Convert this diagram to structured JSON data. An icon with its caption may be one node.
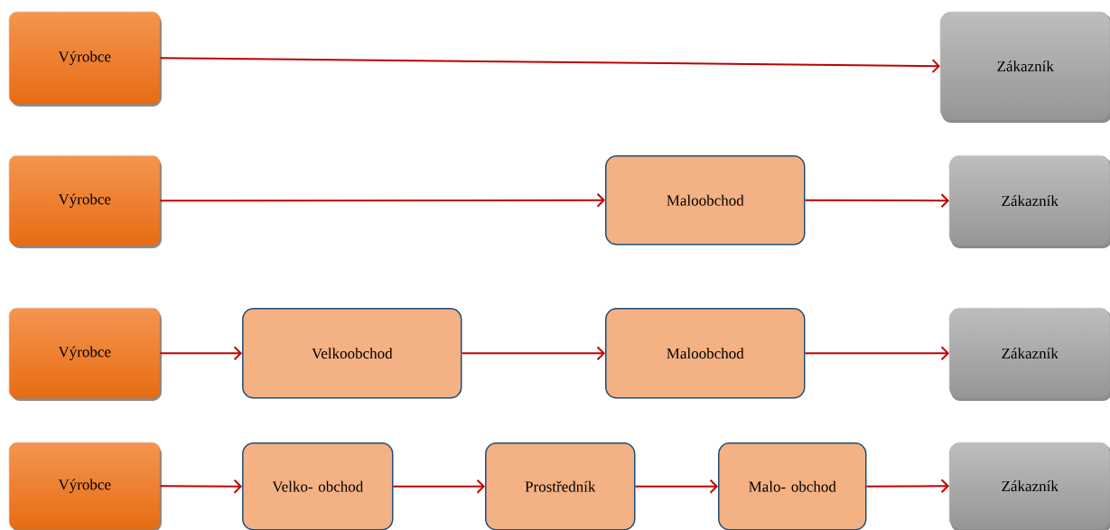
{
  "diagram": {
    "nodes": [
      {
        "text": [
          "Výrobce"
        ]
      },
      {
        "text": [
          "Zákazník"
        ]
      },
      {
        "text": [
          "Výrobce"
        ]
      },
      {
        "text": [
          "Maloobchod"
        ]
      },
      {
        "text": [
          "Zákazník"
        ]
      },
      {
        "text": [
          "Výrobce"
        ]
      },
      {
        "text": [
          "Velkoobchod"
        ]
      },
      {
        "text": [
          "Maloobchod"
        ]
      },
      {
        "text": [
          "Zákazník"
        ]
      },
      {
        "text": [
          "Výrobce"
        ]
      },
      {
        "text": [
          "Velko- obchod"
        ]
      },
      {
        "text": [
          "Prostředník"
        ]
      },
      {
        "text": [
          "Malo- obchod"
        ]
      },
      {
        "text": [
          "Zákazník"
        ]
      }
    ],
    "edges": [
      {
        "from": 0,
        "to": 1,
        "arrow": "to"
      },
      {
        "from": 2,
        "to": 3,
        "arrow": "to"
      },
      {
        "from": 3,
        "to": 4,
        "arrow": "to"
      },
      {
        "from": 5,
        "to": 6,
        "arrow": "to"
      },
      {
        "from": 6,
        "to": 7,
        "arrow": "to"
      },
      {
        "from": 7,
        "to": 8,
        "arrow": "to"
      },
      {
        "from": 9,
        "to": 10,
        "arrow": "to"
      },
      {
        "from": 10,
        "to": 11,
        "arrow": "to"
      },
      {
        "from": 11,
        "to": 12,
        "arrow": "to"
      },
      {
        "from": 12,
        "to": 13,
        "arrow": "to"
      }
    ]
  }
}
